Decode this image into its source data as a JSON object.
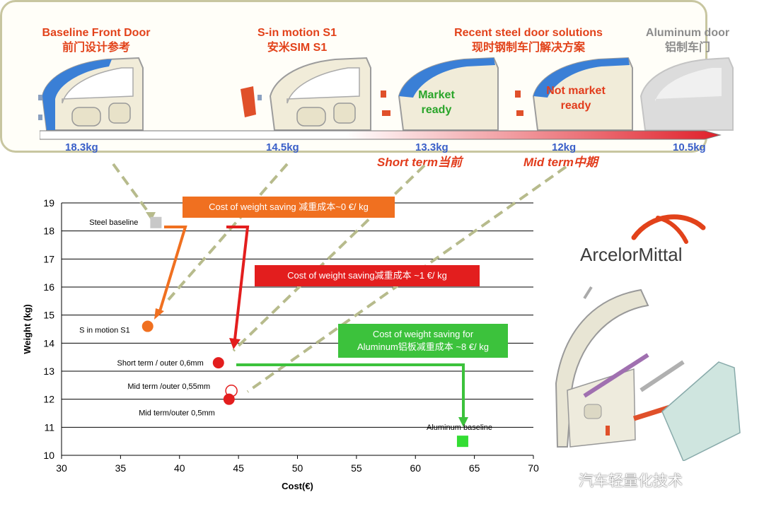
{
  "header_panel": {
    "categories": [
      {
        "title_en": "Baseline Front Door",
        "title_cn": "前门设计参考",
        "color": "#e2421a"
      },
      {
        "title_en": "S-in motion S1",
        "title_cn": "安米SIM S1",
        "color": "#e2421a"
      },
      {
        "title_en": "Recent steel door solutions",
        "title_cn": "现时钢制车门解决方案",
        "color": "#e2421a"
      },
      {
        "title_en": "Aluminum door",
        "title_cn": "铝制车门",
        "color": "#8c8c8c"
      }
    ],
    "weights": [
      "18.3kg",
      "14.5kg",
      "13.3kg",
      "12kg",
      "10.5kg"
    ],
    "door_notes": [
      {
        "text": "Market ready",
        "color": "#2aa52a"
      },
      {
        "text": "Not market ready",
        "color": "#e23c1c"
      }
    ],
    "terms": [
      "Short term当前",
      "Mid term中期"
    ]
  },
  "callouts": {
    "orange": {
      "text": "Cost of weight saving 减重成本~0 €/ kg",
      "color": "#f07020"
    },
    "red": {
      "text": "Cost of weight saving减重成本 ~1 €/ kg",
      "color": "#e31e1e"
    },
    "green": {
      "line1": "Cost of weight saving for",
      "line2": "Aluminum铝板减重成本 ~8 €/ kg",
      "color": "#3cc23c"
    }
  },
  "brand": {
    "name": "ArcelorMittal",
    "color": "#e2421a"
  },
  "watermark": {
    "text": "汽车轻量化技术"
  },
  "chart_data": {
    "type": "scatter",
    "xlabel": "Cost(€)",
    "ylabel": "Weight (kg)",
    "xlim": [
      30,
      70
    ],
    "ylim": [
      10,
      19
    ],
    "x_ticks": [
      30,
      35,
      40,
      45,
      50,
      55,
      60,
      65,
      70
    ],
    "y_ticks": [
      10,
      11,
      12,
      13,
      14,
      15,
      16,
      17,
      18,
      19
    ],
    "grid": "horizontal",
    "points": [
      {
        "label": "Steel baseline",
        "x": 38,
        "y": 18.3,
        "marker": "square",
        "color": "#c8c8c8"
      },
      {
        "label": "S in motion S1",
        "x": 37.3,
        "y": 14.6,
        "marker": "circle",
        "color": "#f07020"
      },
      {
        "label": "Short term / outer 0,6mm",
        "x": 43.3,
        "y": 13.3,
        "marker": "circle",
        "color": "#e31e1e"
      },
      {
        "label": "Mid term /outer 0,55mm",
        "x": 44.4,
        "y": 12.3,
        "marker": "hollow-circle",
        "color": "#e31e1e"
      },
      {
        "label": "Mid term/outer 0,5mm",
        "x": 44.2,
        "y": 12.0,
        "marker": "circle",
        "color": "#e31e1e"
      },
      {
        "label": "Aluminum baseline",
        "x": 64,
        "y": 10.5,
        "marker": "square",
        "color": "#33dd33"
      }
    ]
  }
}
